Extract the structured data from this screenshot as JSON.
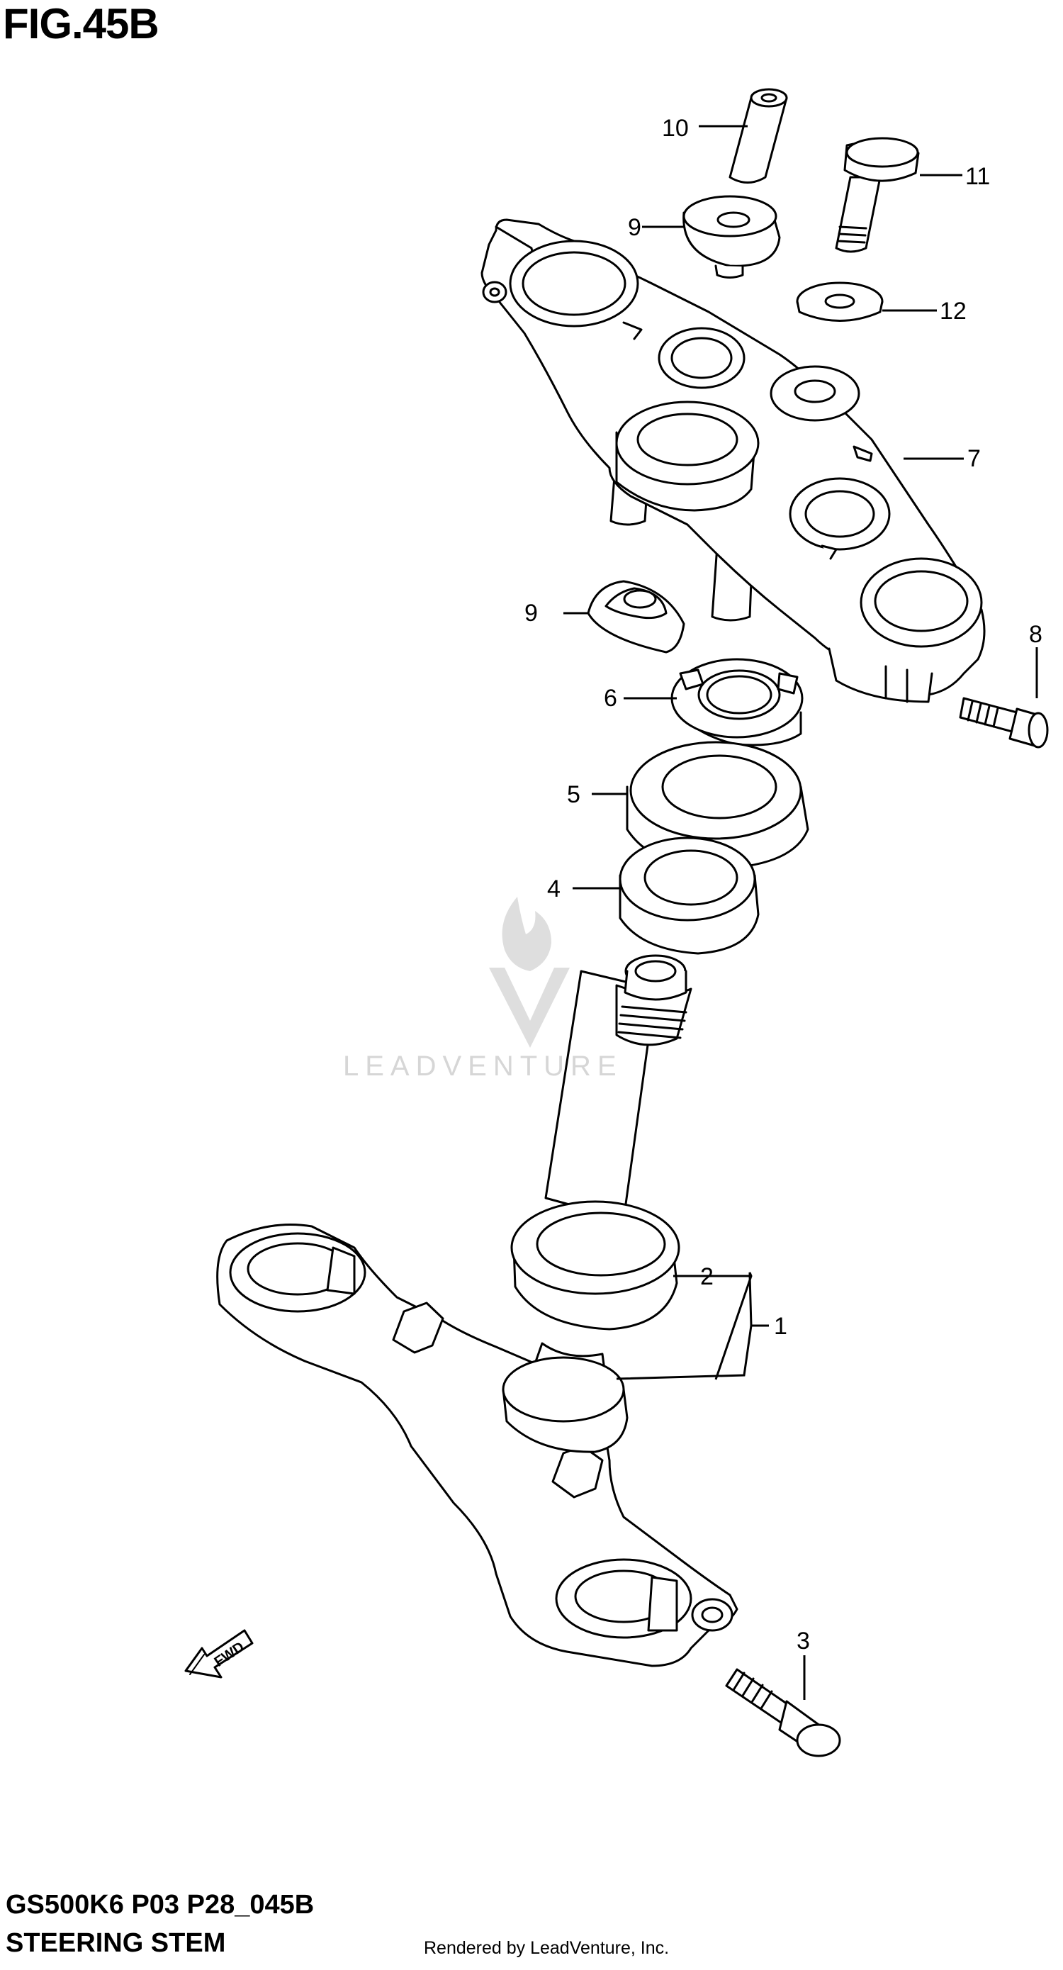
{
  "figure": {
    "title": "FIG.45B",
    "model_code": "GS500K6 P03 P28_045B",
    "section_name": "STEERING STEM",
    "rendered_by": "Rendered by LeadVenture, Inc.",
    "watermark": "LEADVENTURE",
    "fwd_label": "FWD"
  },
  "callouts": [
    {
      "id": "10",
      "label": "10"
    },
    {
      "id": "11",
      "label": "11"
    },
    {
      "id": "9a",
      "label": "9"
    },
    {
      "id": "12",
      "label": "12"
    },
    {
      "id": "7",
      "label": "7"
    },
    {
      "id": "9b",
      "label": "9"
    },
    {
      "id": "8",
      "label": "8"
    },
    {
      "id": "6",
      "label": "6"
    },
    {
      "id": "5",
      "label": "5"
    },
    {
      "id": "4",
      "label": "4"
    },
    {
      "id": "2",
      "label": "2"
    },
    {
      "id": "1",
      "label": "1"
    },
    {
      "id": "3",
      "label": "3"
    }
  ],
  "colors": {
    "line": "#000000",
    "background": "#ffffff",
    "watermark": "#cfcfcf"
  }
}
